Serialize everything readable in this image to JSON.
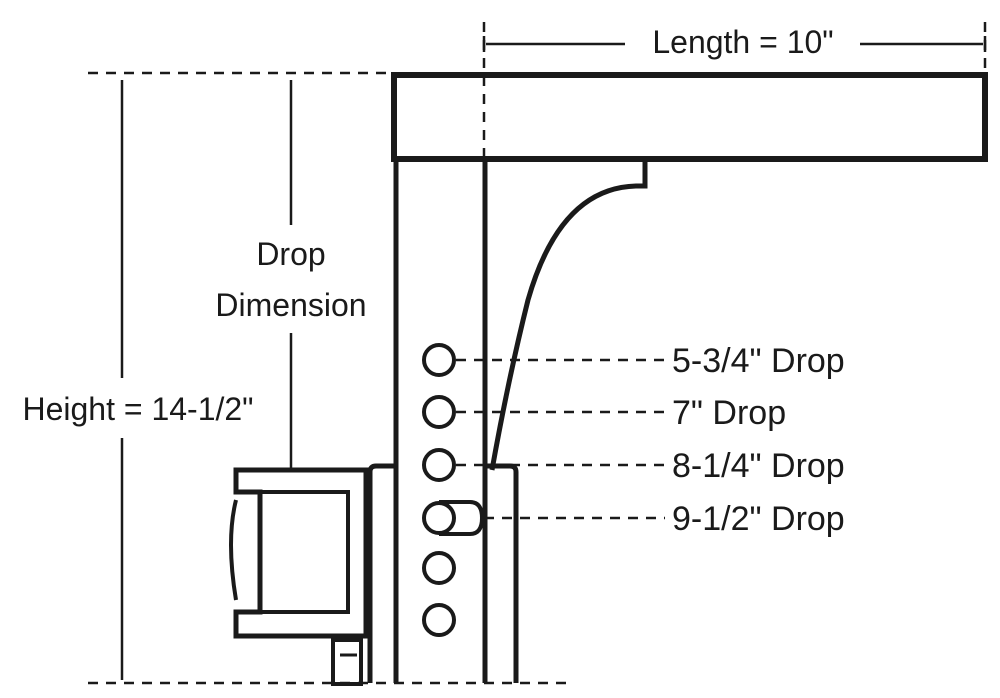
{
  "labels": {
    "length": "Length = 10\"",
    "drop_line1": "Drop",
    "drop_line2": "Dimension",
    "height": "Height = 14-1/2\"",
    "drop_positions": [
      "5-3/4\" Drop",
      "7\" Drop",
      "8-1/4\" Drop",
      "9-1/2\" Drop"
    ]
  },
  "colors": {
    "ink": "#1a1a1a",
    "background": "#ffffff"
  }
}
